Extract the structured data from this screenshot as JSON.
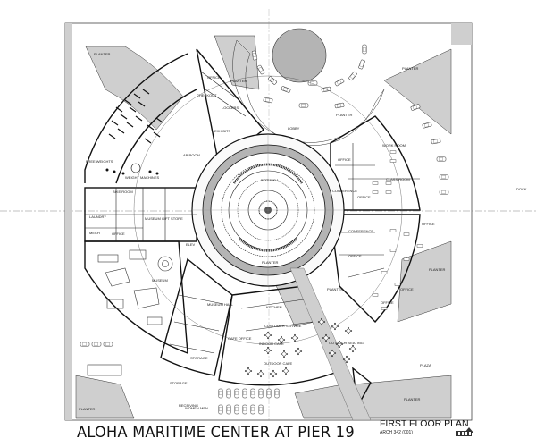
{
  "title_block": {
    "title": "ALOHA MARITIME CENTER AT PIER 19",
    "sheet_title": "FIRST FLOOR PLAN",
    "sheet_code": "ARCH 342 (001)"
  },
  "room_labels": {
    "planter_nw": "PLANTER",
    "planter_n": "PLANTER",
    "planter_ne": "PLANTER",
    "planter_e": "PLANTER",
    "planter_mid": "PLANTER",
    "planter_s1": "PLANTER",
    "planter_s2": "PLANTER",
    "planter_sw": "PLANTER",
    "planter_se": "PLANTER",
    "free_weight": "FREE WEIGHTS",
    "weight_machines": "WEIGHT MACHINES",
    "ab_room": "AB ROOM",
    "bike_room": "BIKE ROOM",
    "rotunda": "ROTUNDA",
    "exhibits_top": "EXHIBITS",
    "conference_room": "CONFERENCE",
    "class_room": "CLASS ROOM",
    "work_room": "WORK ROOM",
    "office_a": "OFFICE",
    "office_b": "OFFICE",
    "office_c": "OFFICE",
    "office_d": "OFFICE",
    "office_e": "OFFICE",
    "office_f": "OFFICE",
    "conference": "CONFERENCE",
    "museum": "MUSEUM",
    "museum_gift": "MUSEUM GIFT STORE",
    "museum_hall": "MUSEUM HALL",
    "storage": "STORAGE",
    "kitchen": "KITCHEN",
    "cafe_office": "CAFE OFFICE",
    "customer_service": "CUSTOMER SERVICE",
    "indoor_cafe": "INDOOR CAFE",
    "outdoor_cafe": "OUTDOOR CAFE",
    "outdoor_seating": "OUTDOOR SEATING",
    "plaza": "PLAZA",
    "dock": "DOCK",
    "laundry": "LAUNDRY",
    "office_w": "OFFICE",
    "elevator": "ELEV",
    "mech": "MECH",
    "storage_b": "STORAGE",
    "lobby": "LOBBY",
    "receiving": "RECEIVING",
    "restroom_m": "MEN",
    "restroom_w": "WOMEN",
    "checkout": "CHECKOUT",
    "office_top": "OFFICE",
    "lockers": "LOCKERS"
  },
  "icons": {
    "car": "car-icon",
    "table": "table-icon"
  }
}
